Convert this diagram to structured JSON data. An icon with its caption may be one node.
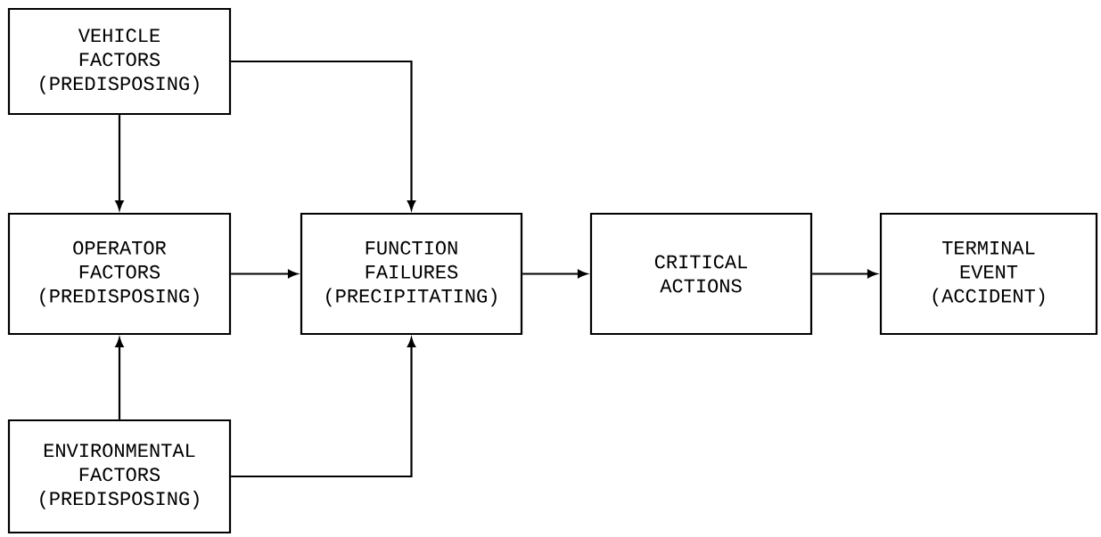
{
  "diagram": {
    "nodes": [
      {
        "text": [
          "VEHICLE FACTORS (PREDISPOSING)"
        ]
      },
      {
        "text": [
          "OPERATOR FACTORS (PREDISPOSING)"
        ]
      },
      {
        "text": [
          "ENVIRONMENTAL FACTORS (PREDISPOSING)"
        ]
      },
      {
        "text": [
          "FUNCTION FAILURES (PRECIPITATING)"
        ]
      },
      {
        "text": [
          "CRITICAL ACTIONS"
        ]
      },
      {
        "text": [
          "TERMINAL EVENT (ACCIDENT)"
        ]
      }
    ],
    "edges": [
      {
        "from": 0,
        "to": 1,
        "arrow": "to"
      },
      {
        "from": 0,
        "to": 3,
        "arrow": "to"
      },
      {
        "from": 1,
        "to": 3,
        "arrow": "to"
      },
      {
        "from": 2,
        "to": 1,
        "arrow": "to"
      },
      {
        "from": 2,
        "to": 3,
        "arrow": "to"
      },
      {
        "from": 3,
        "to": 4,
        "arrow": "to"
      },
      {
        "from": 4,
        "to": 5,
        "arrow": "to"
      }
    ]
  }
}
